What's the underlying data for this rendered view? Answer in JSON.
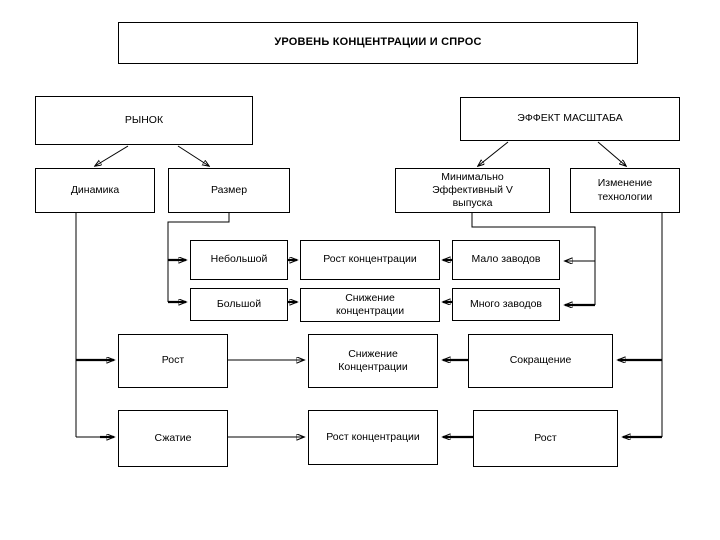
{
  "diagram": {
    "title": "УРОВЕНЬ КОНЦЕНТРАЦИИ И СПРОС",
    "nodes": {
      "title_box": "УРОВЕНЬ КОНЦЕНТРАЦИИ И СПРОС",
      "market": "РЫНОК",
      "scale_effect": "ЭФФЕКТ МАСШТАБА",
      "dynamics": "Динамика",
      "size": "Размер",
      "mev": "Минимально\nЭффективный V\nвыпуска",
      "tech_change": "Изменение\nтехнологии",
      "small": "Небольшой",
      "big": "Большой",
      "conc_growth_1": "Рост концентрации",
      "conc_drop_1": "Снижение\nконцентрации",
      "few_plants": "Мало заводов",
      "many_plants": "Много заводов",
      "growth_1": "Рост",
      "conc_drop_2": "Снижение\nКонцентрации",
      "reduction": "Сокращение",
      "compression": "Сжатие",
      "conc_growth_2": "Рост концентрации",
      "growth_2": "Рост"
    },
    "colors": {
      "background": "#ffffff",
      "stroke": "#000000",
      "text": "#000000"
    },
    "edges": [
      {
        "from": "market",
        "to": "dynamics",
        "style": "arrow-diagonal"
      },
      {
        "from": "market",
        "to": "size",
        "style": "arrow-diagonal"
      },
      {
        "from": "scale_effect",
        "to": "mev",
        "style": "arrow-diagonal"
      },
      {
        "from": "scale_effect",
        "to": "tech_change",
        "style": "arrow-diagonal"
      },
      {
        "from": "size",
        "to": "small",
        "style": "elbow"
      },
      {
        "from": "size",
        "to": "big",
        "style": "elbow"
      },
      {
        "from": "small",
        "to": "conc_growth_1",
        "style": "straight"
      },
      {
        "from": "big",
        "to": "conc_drop_1",
        "style": "straight"
      },
      {
        "from": "few_plants",
        "to": "conc_growth_1",
        "style": "straight"
      },
      {
        "from": "many_plants",
        "to": "conc_drop_1",
        "style": "straight"
      },
      {
        "from": "mev",
        "to": "few_plants",
        "style": "elbow"
      },
      {
        "from": "mev",
        "to": "many_plants",
        "style": "elbow"
      },
      {
        "from": "dynamics",
        "to": "growth_1",
        "style": "elbow"
      },
      {
        "from": "dynamics",
        "to": "compression",
        "style": "elbow"
      },
      {
        "from": "growth_1",
        "to": "conc_drop_2",
        "style": "straight"
      },
      {
        "from": "reduction",
        "to": "conc_drop_2",
        "style": "straight"
      },
      {
        "from": "compression",
        "to": "conc_growth_2",
        "style": "straight"
      },
      {
        "from": "growth_2",
        "to": "conc_growth_2",
        "style": "straight"
      },
      {
        "from": "tech_change",
        "to": "reduction",
        "style": "elbow"
      },
      {
        "from": "tech_change",
        "to": "growth_2",
        "style": "elbow"
      }
    ]
  }
}
